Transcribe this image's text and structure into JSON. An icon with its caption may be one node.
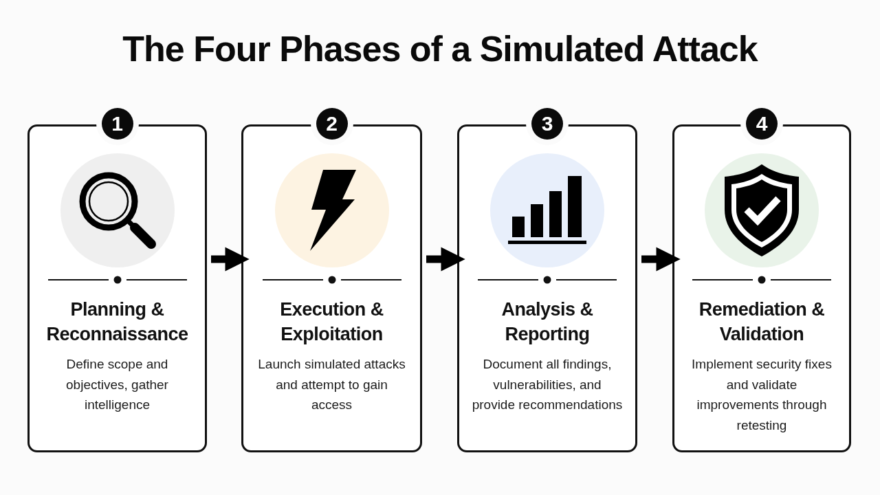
{
  "diagram": {
    "title": "The Four Phases of a Simulated Attack",
    "nodes": [
      {
        "text": [
          "1",
          "Planning & Reconnaissance",
          "Define scope and objectives, gather intelligence"
        ]
      },
      {
        "text": [
          "2",
          "Execution & Exploitation",
          "Launch simulated attacks and attempt to gain access"
        ]
      },
      {
        "text": [
          "3",
          "Analysis & Reporting",
          "Document all findings, vulnerabilities, and provide recommendations"
        ]
      },
      {
        "text": [
          "4",
          "Remediation & Validation",
          "Implement security fixes and validate improvements through retesting"
        ]
      }
    ],
    "edges": [
      {
        "from": 0,
        "to": 1,
        "arrow": "to"
      },
      {
        "from": 1,
        "to": 2,
        "arrow": "to"
      },
      {
        "from": 2,
        "to": 3,
        "arrow": "to"
      }
    ]
  }
}
